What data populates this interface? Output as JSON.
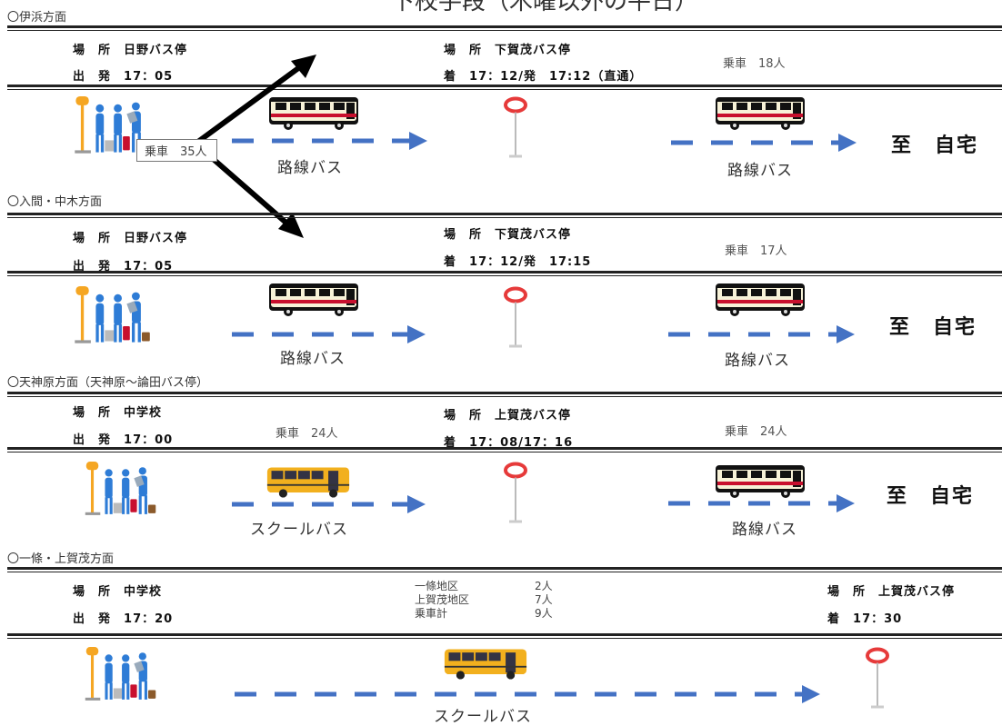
{
  "title": "下校手段（木曜以外の平日）",
  "labels": {
    "place": "場　所",
    "depart": "出　発",
    "arrive": "着",
    "to_home": "至　自宅",
    "route_bus": "路線バス",
    "school_bus": "スクールバス"
  },
  "sections": [
    {
      "heading": "〇伊浜方面",
      "from_place": "日野バス停",
      "from_time": "17：05",
      "mid_place": "下賀茂バス停",
      "mid_time": "17：12/発　17:12（直通）",
      "riders_before": "乗車　35人",
      "riders_after": "乗車　18人",
      "leg1": "路線バス",
      "leg2": "路線バス"
    },
    {
      "heading": "〇入間・中木方面",
      "from_place": "日野バス停",
      "from_time": "17：05",
      "mid_place": "下賀茂バス停",
      "mid_time": "17：12/発　17:15",
      "riders_after": "乗車　17人",
      "leg1": "路線バス",
      "leg2": "路線バス"
    },
    {
      "heading": "〇天神原方面（天神原～論田バス停）",
      "from_place": "中学校",
      "from_time": "17：00",
      "mid_place": "上賀茂バス停",
      "mid_time": "17：08/17：16",
      "riders_before": "乗車　24人",
      "riders_after": "乗車　24人",
      "leg1": "スクールバス",
      "leg2": "路線バス"
    },
    {
      "heading": "〇一條・上賀茂方面",
      "from_place": "中学校",
      "from_time": "17：20",
      "end_place": "上賀茂バス停",
      "end_time": "17：30",
      "counts": [
        {
          "area": "一條地区",
          "num": "2人"
        },
        {
          "area": "上賀茂地区",
          "num": "7人"
        },
        {
          "area": "乗車計",
          "num": "9人"
        }
      ],
      "leg1": "スクールバス"
    }
  ],
  "colors": {
    "arrow": "#4472c4",
    "person": "#2e7cd6",
    "pole": "#f5a623",
    "bus_body": "#c8102e",
    "school_bus": "#f2b01e"
  }
}
